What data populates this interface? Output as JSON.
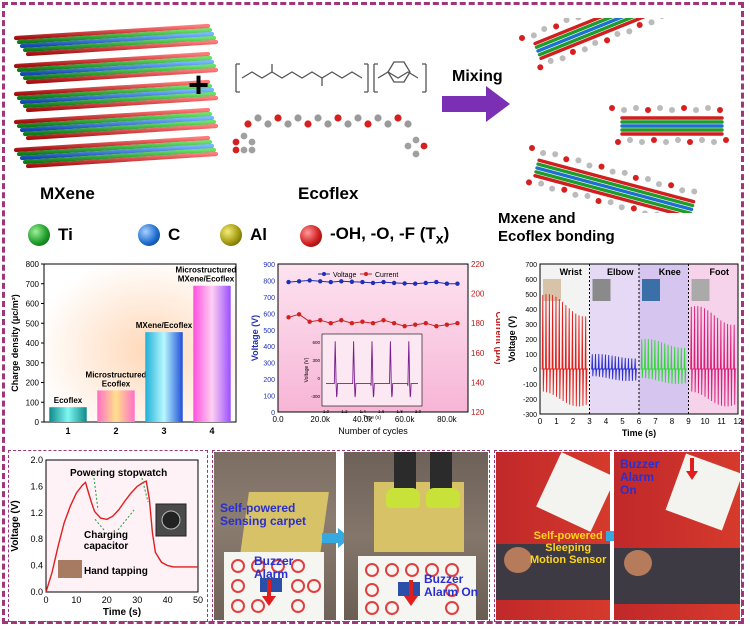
{
  "top": {
    "mxene_label": "MXene",
    "ecoflex_label": "Ecoflex",
    "mixing_label": "Mixing",
    "bonding_label_1": "Mxene and",
    "bonding_label_2": "Ecoflex bonding",
    "plus": "+",
    "legend": [
      {
        "label": "Ti",
        "color": "#1f9d2a"
      },
      {
        "label": "C",
        "color": "#1f6fd1"
      },
      {
        "label": "Al",
        "color": "#a39a10"
      },
      {
        "label": "-OH, -O, -F (T",
        "sub": "x",
        "close": ")",
        "color": "#d11f1f"
      }
    ]
  },
  "bar_chart": {
    "chart_data": {
      "type": "bar",
      "ylabel": "Charge density (μc/m²)",
      "ylim": [
        0,
        800
      ],
      "yticks": [
        "0",
        "100",
        "200",
        "300",
        "400",
        "500",
        "600",
        "700",
        "800"
      ],
      "categories": [
        "1",
        "2",
        "3",
        "4"
      ],
      "values": [
        75,
        160,
        455,
        690
      ],
      "bar_labels": [
        "Ecoflex",
        "Microstructured Ecoflex",
        "MXene/Ecoflex",
        "Microstructured MXene/Ecoflex"
      ]
    },
    "label_lines": [
      [
        "Ecoflex"
      ],
      [
        "Microstructured",
        "Ecoflex"
      ],
      [
        "MXene/Ecoflex"
      ],
      [
        "Microstructured",
        "MXene/Ecoflex"
      ]
    ]
  },
  "cycle_chart": {
    "chart_data": {
      "type": "line",
      "xlabel": "Number of cycles",
      "ylabel_left": "Voltage (V)",
      "ylabel_right": "Current (μA)",
      "xticks": [
        "0.0",
        "20.0k",
        "40.0k",
        "60.0k",
        "80.0k"
      ],
      "xlim": [
        0,
        90000
      ],
      "ylim_left": [
        0,
        900
      ],
      "ylim_right": [
        120,
        220
      ],
      "yticks_left": [
        "0",
        "100",
        "200",
        "300",
        "400",
        "500",
        "600",
        "700",
        "800",
        "900"
      ],
      "yticks_right": [
        "120",
        "140",
        "160",
        "180",
        "200",
        "220"
      ],
      "series": [
        {
          "name": "Voltage",
          "axis": "left",
          "color": "#1f2fb5",
          "x": [
            5000,
            10000,
            15000,
            20000,
            25000,
            30000,
            35000,
            40000,
            45000,
            50000,
            55000,
            60000,
            65000,
            70000,
            75000,
            80000,
            85000
          ],
          "y": [
            790,
            795,
            800,
            795,
            790,
            795,
            792,
            790,
            785,
            790,
            785,
            782,
            780,
            785,
            790,
            780,
            780
          ]
        },
        {
          "name": "Current",
          "axis": "right",
          "color": "#d12020",
          "x": [
            5000,
            10000,
            15000,
            20000,
            25000,
            30000,
            35000,
            40000,
            45000,
            50000,
            55000,
            60000,
            65000,
            70000,
            75000,
            80000,
            85000
          ],
          "y": [
            184,
            186,
            181,
            182,
            180,
            182,
            180,
            181,
            180,
            182,
            180,
            178,
            179,
            180,
            178,
            179,
            180
          ]
        }
      ],
      "inset": {
        "ylabel": "Voltage (V)",
        "xlabel": "Time (s)",
        "xticks": [
          "1.0",
          "1.2",
          "1.4",
          "1.6",
          "1.8",
          "2.0"
        ],
        "yticks": [
          "-300",
          "0",
          "300",
          "600"
        ]
      }
    }
  },
  "motion_chart": {
    "chart_data": {
      "type": "line",
      "xlabel": "Time (s)",
      "ylabel": "Voltage (V)",
      "xlim": [
        0,
        12
      ],
      "ylim": [
        -300,
        700
      ],
      "xticks": [
        "0",
        "1",
        "2",
        "3",
        "4",
        "5",
        "6",
        "7",
        "8",
        "9",
        "10",
        "11",
        "12"
      ],
      "yticks": [
        "-300",
        "-200",
        "-100",
        "0",
        "100",
        "200",
        "300",
        "400",
        "500",
        "600",
        "700"
      ],
      "segments": [
        {
          "name": "Wrist",
          "x": [
            0,
            3
          ],
          "peak": 500,
          "trough": -250,
          "color": "#e0201e"
        },
        {
          "name": "Elbow",
          "x": [
            3,
            6
          ],
          "peak": 100,
          "trough": -80,
          "color": "#2a2fcf"
        },
        {
          "name": "Knee",
          "x": [
            6,
            9
          ],
          "peak": 200,
          "trough": -100,
          "color": "#35d43a"
        },
        {
          "name": "Foot",
          "x": [
            9,
            12
          ],
          "peak": 420,
          "trough": -250,
          "color": "#d8207a"
        }
      ]
    }
  },
  "charge_chart": {
    "chart_data": {
      "type": "line",
      "xlabel": "Time (s)",
      "ylabel": "Voltage (V)",
      "xlim": [
        0,
        50
      ],
      "ylim": [
        0.0,
        2.0
      ],
      "xticks": [
        "0",
        "10",
        "20",
        "30",
        "40",
        "50"
      ],
      "yticks": [
        "0.0",
        "0.4",
        "0.8",
        "1.2",
        "1.6",
        "2.0"
      ],
      "x": [
        0,
        2,
        4,
        6,
        8,
        10,
        12,
        13,
        14,
        15,
        16,
        18,
        20,
        22,
        24,
        26,
        28,
        30,
        32,
        33,
        34,
        35,
        36,
        38,
        40,
        42,
        45,
        50
      ],
      "y": [
        0.0,
        0.3,
        0.7,
        1.05,
        1.3,
        1.5,
        1.62,
        1.66,
        1.5,
        1.35,
        1.22,
        1.12,
        1.1,
        1.15,
        1.25,
        1.38,
        1.5,
        1.6,
        1.66,
        1.68,
        1.4,
        0.9,
        0.6,
        0.45,
        0.4,
        0.38,
        0.38,
        0.38
      ],
      "annotations": [
        "Powering stopwatch",
        "Charging capacitor",
        "Hand tapping"
      ]
    },
    "annotation_lines": [
      [
        "Powering stopwatch"
      ],
      [
        "Charging",
        "capacitor"
      ],
      [
        "Hand tapping"
      ]
    ]
  },
  "photos": {
    "carpet_label": [
      "Self-powered",
      "Sensing carpet"
    ],
    "buzzer_left": [
      "Buzzer",
      "Alarm"
    ],
    "buzzer_left_on": [
      "Buzzer",
      "Alarm On"
    ],
    "sleep_label": [
      "Self-powered",
      "Sleeping",
      "Motion Sensor"
    ],
    "buzzer_right": [
      "Buzzer",
      "Alarm",
      "On"
    ]
  }
}
